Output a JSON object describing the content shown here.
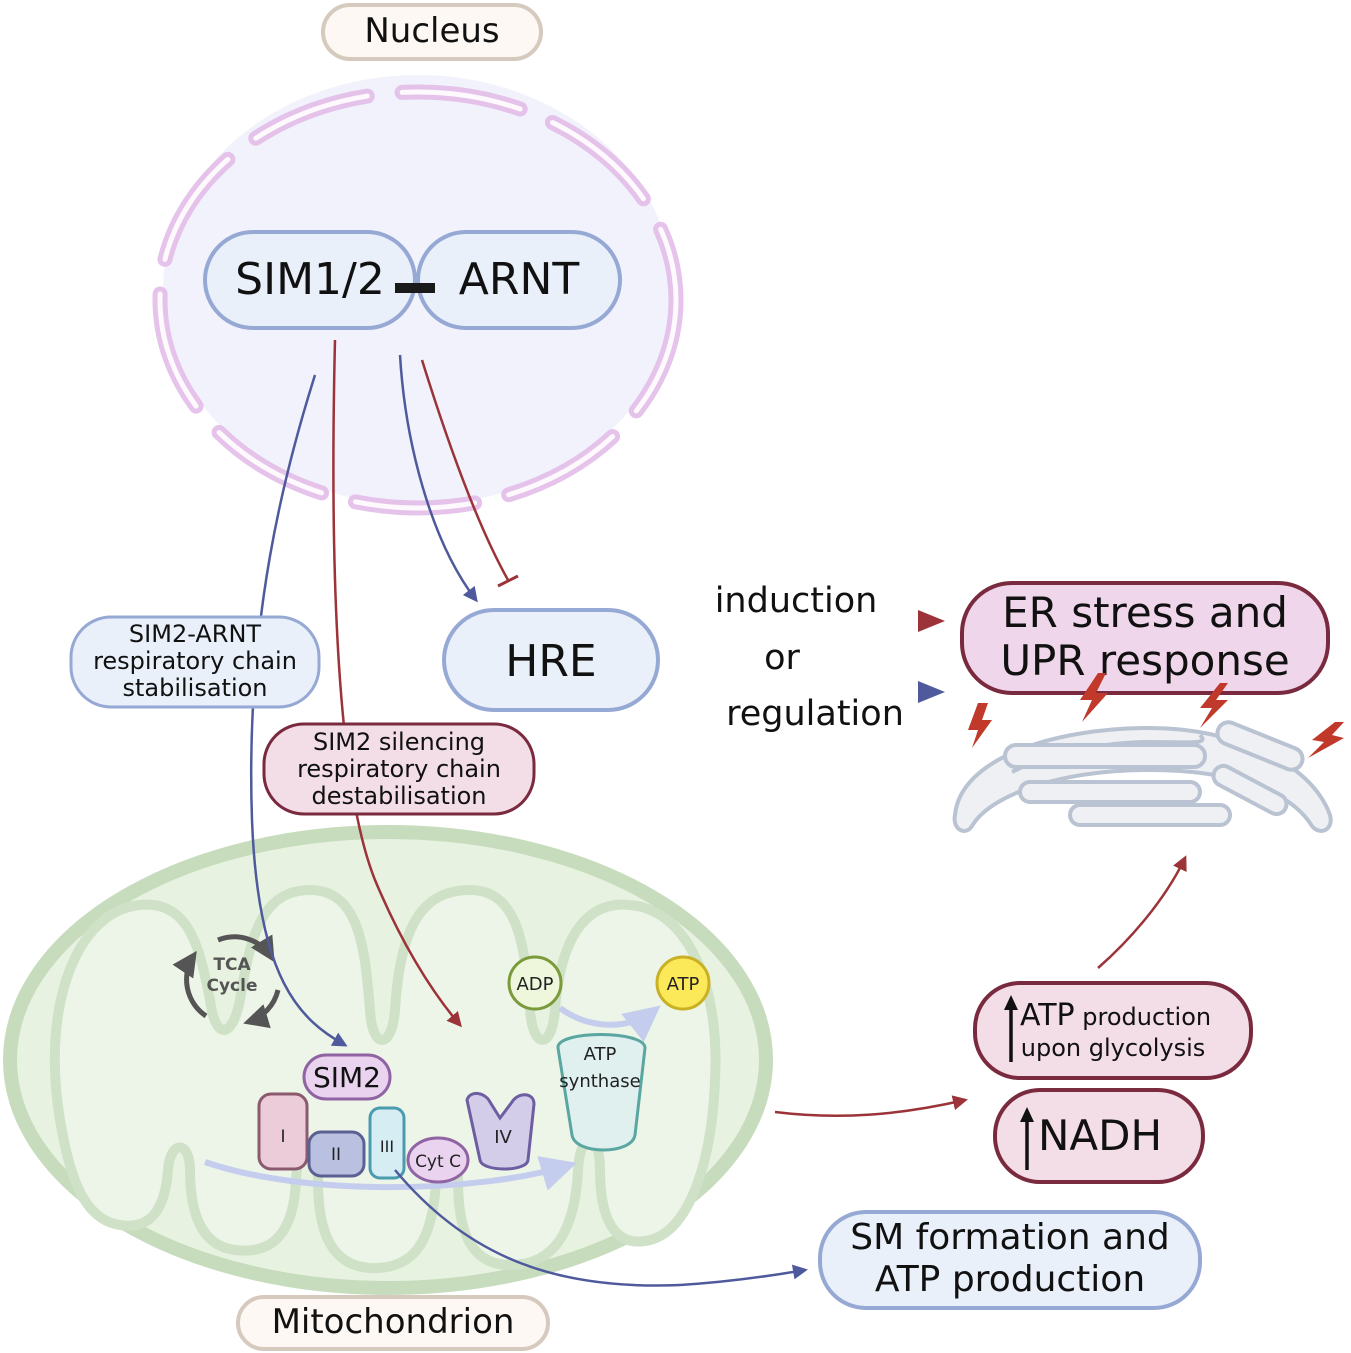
{
  "labels": {
    "nucleus": "Nucleus",
    "mitochondrion": "Mitochondrion",
    "sim12": "SIM1/2",
    "arnt": "ARNT",
    "hre": "HRE",
    "induction": "induction",
    "or": "or",
    "regulation": "regulation",
    "er_stress_line1": "ER stress and",
    "er_stress_line2": "UPR response",
    "stabilisation_line1": "SIM2-ARNT",
    "stabilisation_line2": "respiratory chain",
    "stabilisation_line3": "stabilisation",
    "silencing_line1": "SIM2 silencing",
    "silencing_line2": "respiratory chain",
    "silencing_line3": "destabilisation",
    "tca_line1": "TCA",
    "tca_line2": "Cycle",
    "adp": "ADP",
    "atp": "ATP",
    "sim2": "SIM2",
    "complex_i": "I",
    "complex_ii": "II",
    "complex_iii": "III",
    "cyt_c": "Cyt C",
    "complex_iv": "IV",
    "atp_synthase_line1": "ATP",
    "atp_synthase_line2": "synthase",
    "atp_production_main": "ATP",
    "atp_production_rest": " production",
    "atp_production_line2": "upon glycolysis",
    "nadh": "NADH",
    "sm_line1": "SM formation and",
    "sm_line2": "ATP production"
  },
  "colors": {
    "red_arrow": "#9b3338",
    "blue_arrow": "#4f5a9c",
    "nucleus_fill": "#f1f2fb",
    "nucleus_membrane": "#e2bde8",
    "mito_fill": "#e4efdc",
    "mito_outer": "#c6dcbd",
    "box_blue_fill": "#e9f0fa",
    "box_blue_stroke": "#96a8d4",
    "box_red_fill": "#f3dde6",
    "box_red_stroke": "#7a2a3e",
    "er_fill": "#eef0f4",
    "er_stroke": "#b9c3d1",
    "bolt": "#c0392b"
  }
}
